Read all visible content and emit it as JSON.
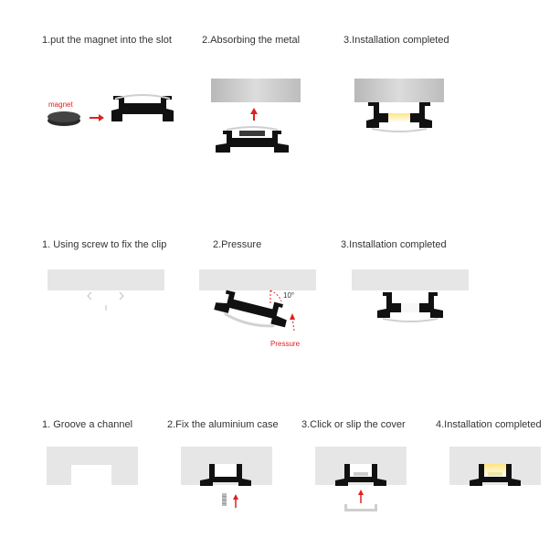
{
  "rows": [
    {
      "name": "magnet-mount",
      "steps": [
        {
          "caption": "1.put the magnet into the slot",
          "annotation": "magnet"
        },
        {
          "caption": "2.Absorbing  the metal"
        },
        {
          "caption": "3.Installation completed"
        }
      ]
    },
    {
      "name": "clip-mount",
      "steps": [
        {
          "caption": "1. Using screw to fix the clip"
        },
        {
          "caption": "2.Pressure",
          "annotation": "Pressure",
          "angle": "10°"
        },
        {
          "caption": "3.Installation completed"
        }
      ]
    },
    {
      "name": "groove-mount",
      "steps": [
        {
          "caption": "1.  Groove a channel"
        },
        {
          "caption": "2.Fix the aluminium case"
        },
        {
          "caption": "3.Click or slip the cover"
        },
        {
          "caption": "4.Installation completed"
        }
      ]
    }
  ],
  "colors": {
    "accent": "#e02020",
    "surface": "#e6e6e6",
    "metal": "#c8c8c8",
    "profile": "#111111",
    "led": "#fff2b0"
  }
}
